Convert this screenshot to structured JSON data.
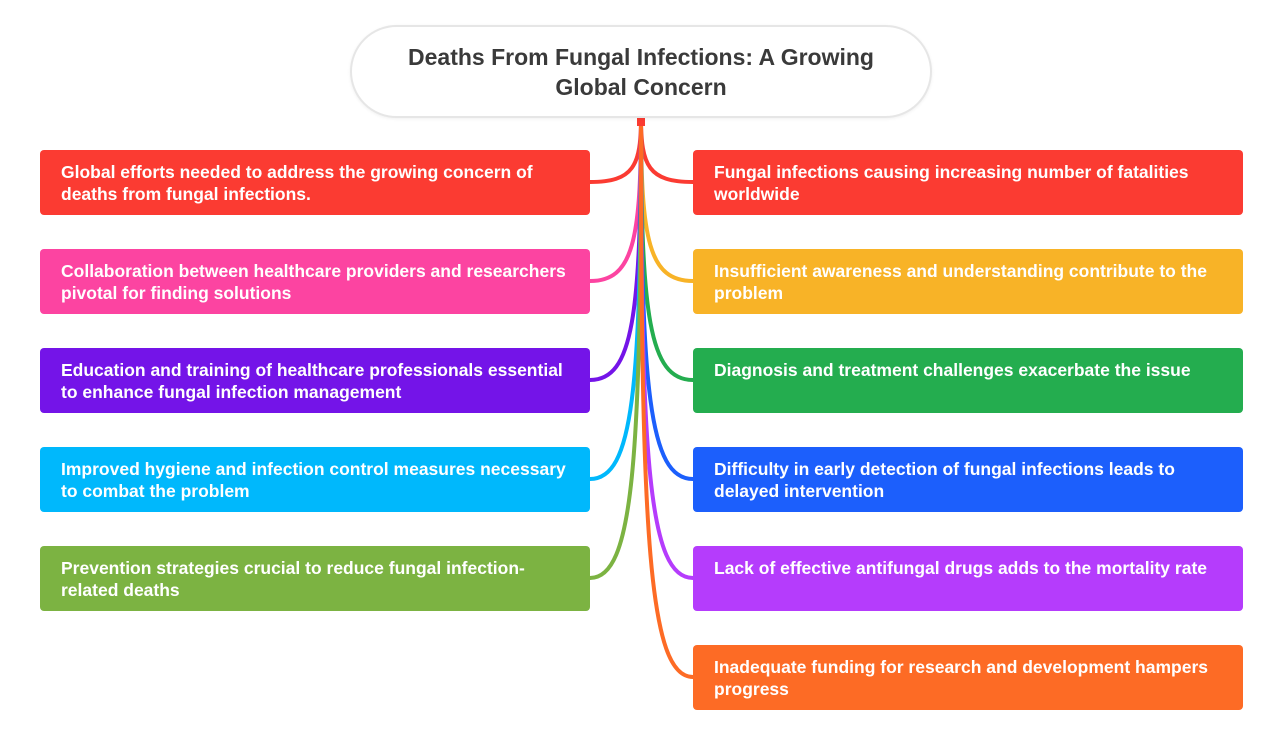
{
  "root": {
    "title": "Deaths From Fungal Infections: A Growing Global Concern"
  },
  "left_nodes": [
    {
      "text": "Global efforts needed to address the growing concern of deaths from fungal infections.",
      "color": "#fb3b32"
    },
    {
      "text": "Collaboration between healthcare providers and researchers pivotal for finding solutions",
      "color": "#fc44a1"
    },
    {
      "text": "Education and training of healthcare professionals essential to enhance fungal infection management",
      "color": "#7414e8"
    },
    {
      "text": "Improved hygiene and infection control measures necessary to combat the problem",
      "color": "#00b8fc"
    },
    {
      "text": "Prevention strategies crucial to reduce fungal infection-related deaths",
      "color": "#7cb342"
    }
  ],
  "right_nodes": [
    {
      "text": "Fungal infections causing increasing number of fatalities worldwide",
      "color": "#fb3b32"
    },
    {
      "text": "Insufficient awareness and understanding contribute to the problem",
      "color": "#f8b327"
    },
    {
      "text": "Diagnosis and treatment challenges exacerbate the issue",
      "color": "#24ad4f"
    },
    {
      "text": "Difficulty in early detection of fungal infections leads to delayed intervention",
      "color": "#1c5ffc"
    },
    {
      "text": "Lack of effective antifungal drugs adds to the mortality rate",
      "color": "#b53cfc"
    },
    {
      "text": "Inadequate funding for research and development hampers progress",
      "color": "#fd6b25"
    }
  ]
}
